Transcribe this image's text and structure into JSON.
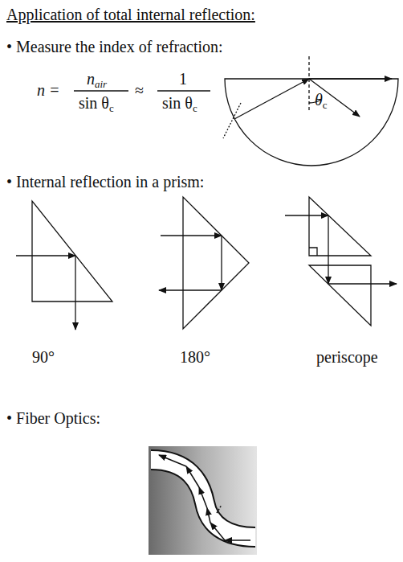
{
  "diagram": {
    "title": "Application of total internal reflection:",
    "labels": [
      "• Measure the index of refraction:",
      "n =",
      "n",
      "air",
      "sin θ",
      "c",
      "≈",
      "1",
      "sin θ",
      "c",
      "θ",
      "c",
      "• Internal reflection in a prism:",
      "90°",
      "180°",
      "periscope",
      "• Fiber Optics:"
    ]
  }
}
